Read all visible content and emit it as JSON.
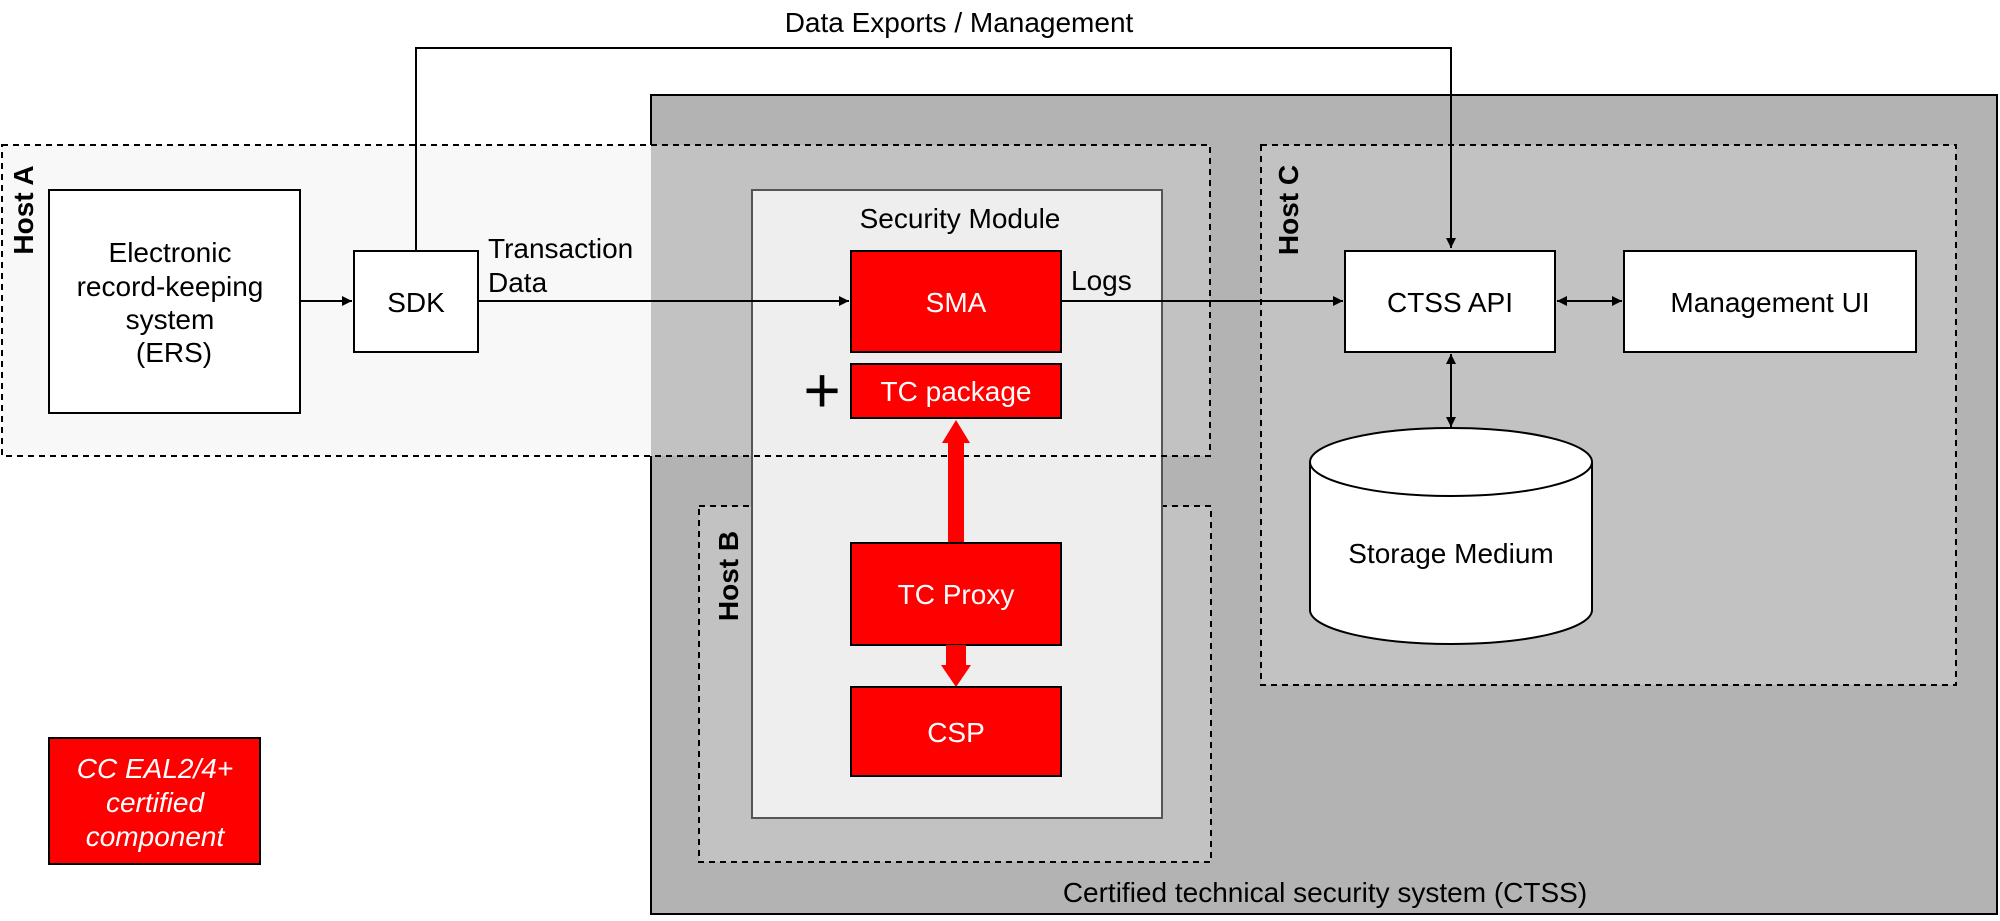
{
  "diagram": {
    "labels": {
      "data_exports": "Data Exports / Management",
      "ctss_title": "Certified technical security system (CTSS)",
      "host_a": "Host A",
      "host_b": "Host B",
      "host_c": "Host C",
      "ers": [
        "Electronic",
        "record-keeping",
        "system",
        "(ERS)"
      ],
      "sdk": "SDK",
      "transaction_data": [
        "Transaction",
        "Data"
      ],
      "security_module": "Security Module",
      "sma": "SMA",
      "logs": "Logs",
      "plus": "+",
      "tc_package": "TC package",
      "tc_proxy": "TC Proxy",
      "csp": "CSP",
      "ctss_api": "CTSS API",
      "management_ui": "Management UI",
      "storage_medium": "Storage Medium",
      "legend": [
        "CC EAL2/4+",
        "certified",
        "component"
      ]
    },
    "colors": {
      "certified_red": "#ff0000",
      "ctss_fill": "#b3b3b3",
      "host_fill": "#c2c2c2",
      "host_a_fill": "#f8f8f8",
      "module_fill": "#eeeeee"
    }
  }
}
